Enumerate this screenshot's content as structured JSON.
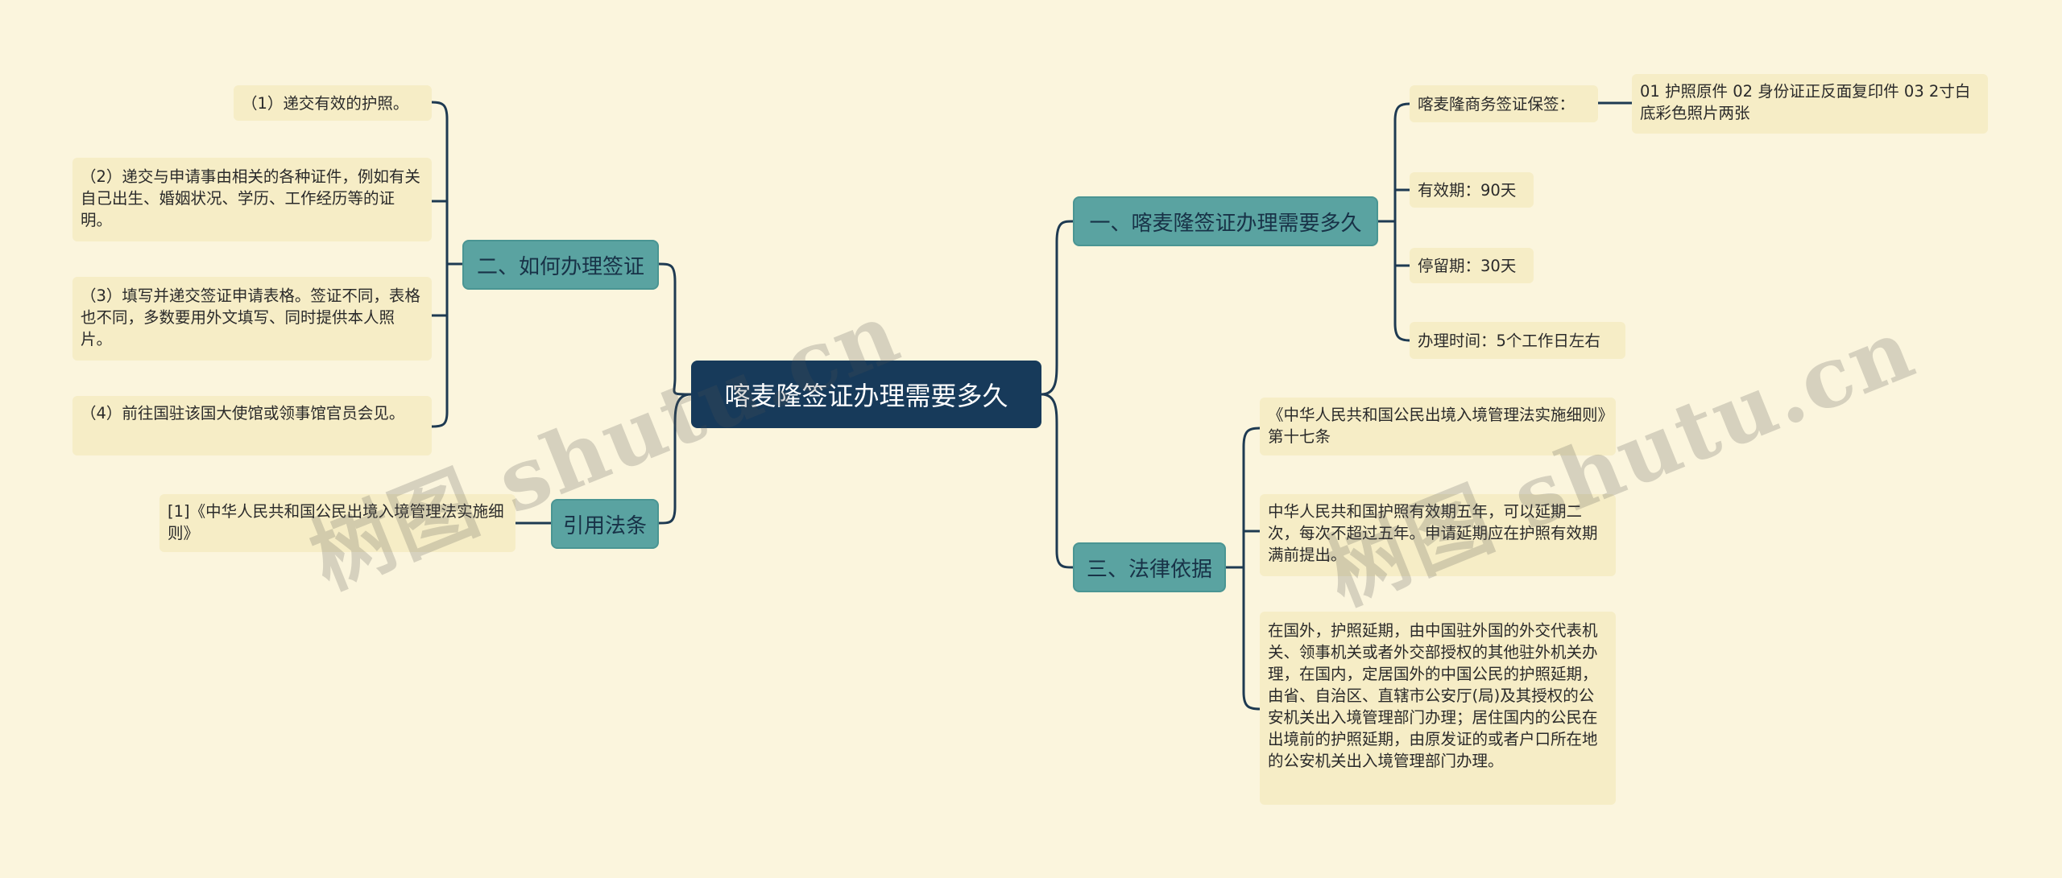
{
  "root": {
    "label": "喀麦隆签证办理需要多久"
  },
  "branches": {
    "how_to": {
      "label": "二、如何办理签证",
      "items": [
        "（1）递交有效的护照。",
        "（2）递交与申请事由相关的各种证件，例如有关自己出生、婚姻状况、学历、工作经历等的证明。",
        "（3）填写并递交签证申请表格。签证不同，表格也不同，多数要用外文填写、同时提供本人照片。",
        "（4）前往国驻该国大使馆或领事馆官员会见。"
      ]
    },
    "citation": {
      "label": "引用法条",
      "items": [
        "[1]《中华人民共和国公民出境入境管理法实施细则》"
      ]
    },
    "duration": {
      "label": "一、喀麦隆签证办理需要多久",
      "items": [
        "喀麦隆商务签证保签：",
        "有效期：90天",
        "停留期：30天",
        "办理时间：5个工作日左右"
      ],
      "sub_item": "01 护照原件 02 身份证正反面复印件 03 2寸白底彩色照片两张"
    },
    "legal": {
      "label": "三、法律依据",
      "items": [
        "《中华人民共和国公民出境入境管理法实施细则》第十七条",
        "中华人民共和国护照有效期五年，可以延期二次，每次不超过五年。申请延期应在护照有效期满前提出。",
        "在国外，护照延期，由中国驻外国的外交代表机关、领事机关或者外交部授权的其他驻外机关办理，在国内，定居国外的中国公民的护照延期，由省、自治区、直辖市公安厅(局)及其授权的公安机关出入境管理部门办理；居住国内的公民在出境前的护照延期，由原发证的或者户口所在地的公安机关出入境管理部门办理。"
      ]
    }
  },
  "watermark": "树图 shutu.cn",
  "colors": {
    "background": "#fbf5dd",
    "root": "#173a5a",
    "branch": "#5aa3a1",
    "leaf": "#f6edc6",
    "line": "#1e3a52"
  }
}
